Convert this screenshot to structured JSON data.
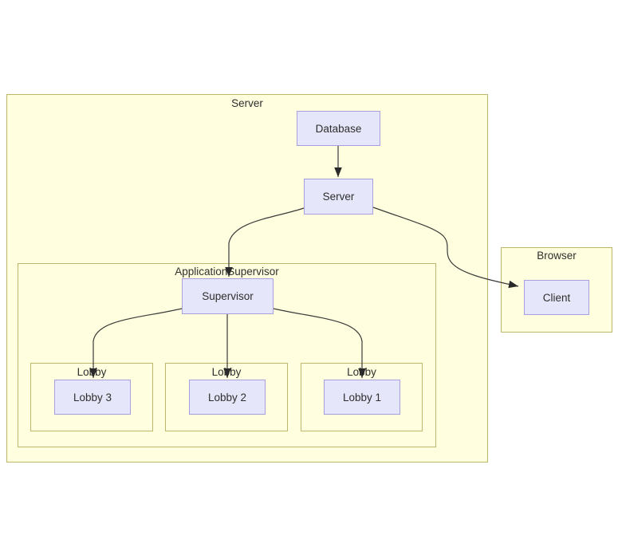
{
  "containers": {
    "server": {
      "label": "Server"
    },
    "application_supervisor": {
      "label": "ApplicationSupervisor"
    },
    "lobbies": [
      {
        "label": "Lobby"
      },
      {
        "label": "Lobby"
      },
      {
        "label": "Lobby"
      }
    ],
    "browser": {
      "label": "Browser"
    }
  },
  "nodes": {
    "database": {
      "label": "Database"
    },
    "server": {
      "label": "Server"
    },
    "supervisor": {
      "label": "Supervisor"
    },
    "lobby3": {
      "label": "Lobby 3"
    },
    "lobby2": {
      "label": "Lobby 2"
    },
    "lobby1": {
      "label": "Lobby 1"
    },
    "client": {
      "label": "Client"
    }
  },
  "edges": [
    {
      "from": "Database",
      "to": "Server"
    },
    {
      "from": "Server",
      "to": "Supervisor"
    },
    {
      "from": "Server",
      "to": "Client"
    },
    {
      "from": "Supervisor",
      "to": "Lobby 3"
    },
    {
      "from": "Supervisor",
      "to": "Lobby 2"
    },
    {
      "from": "Supervisor",
      "to": "Lobby 1"
    }
  ],
  "colors": {
    "cluster_fill": "#ffffdf",
    "cluster_border": "#bdb76b",
    "node_fill": "#e6e6fa",
    "node_border": "#a89fe3",
    "edge": "#3a3a3a",
    "text": "#2e2e2e",
    "background": "#ffffff"
  }
}
